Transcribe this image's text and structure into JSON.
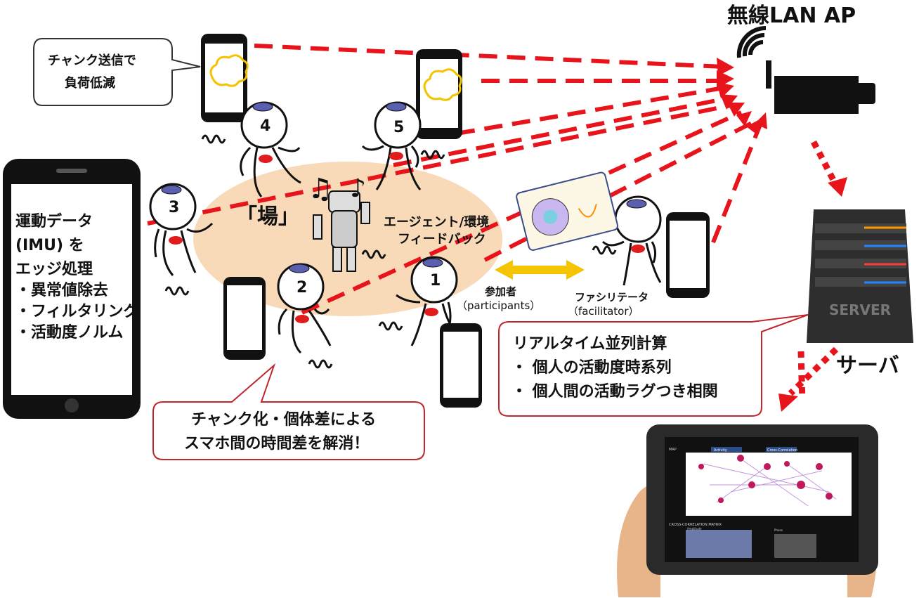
{
  "ap_label": "無線LAN AP",
  "server_label": "サーバ",
  "server_case_text": "SERVER",
  "field_label": "「場」",
  "feedback_label": [
    "エージェント/環境",
    "フィードバック"
  ],
  "participants_label": [
    "参加者",
    "（participants）"
  ],
  "facilitator_label": [
    "ファシリテータ",
    "（facilitator）"
  ],
  "chunk_bubble": [
    "チャンク送信で",
    "負荷低減"
  ],
  "sync_bubble": [
    "チャンク化・個体差による",
    "スマホ間の時間差を解消！"
  ],
  "realtime_bubble": [
    "リアルタイム並列計算",
    "・ 個人の活動度時系列",
    "・ 個人間の活動ラグつき相関"
  ],
  "edge_phone_text": [
    "運動データ",
    "(IMU) を",
    "エッジ処理",
    "・異常値除去",
    "・フィルタリング",
    "・活動度ノルム"
  ],
  "participant_numbers": [
    "1",
    "2",
    "3",
    "4",
    "5"
  ],
  "tablet_screen": {
    "map_label": "MAP",
    "tab_activity": "Activity",
    "tab_cross": "Cross-Correlation",
    "matrix_label": "CROSS-CORRELATION MATRIX",
    "amplitude_label": "Amplitude",
    "phase_label": "Phase"
  },
  "colors": {
    "link_red": "#e8141b",
    "arrow_yellow": "#f5c400",
    "field_fill": "#f8d9b8",
    "bubble_border": "#c0262a",
    "tag_red": "#e01c1c",
    "head_cap": "#5a5fb0"
  }
}
